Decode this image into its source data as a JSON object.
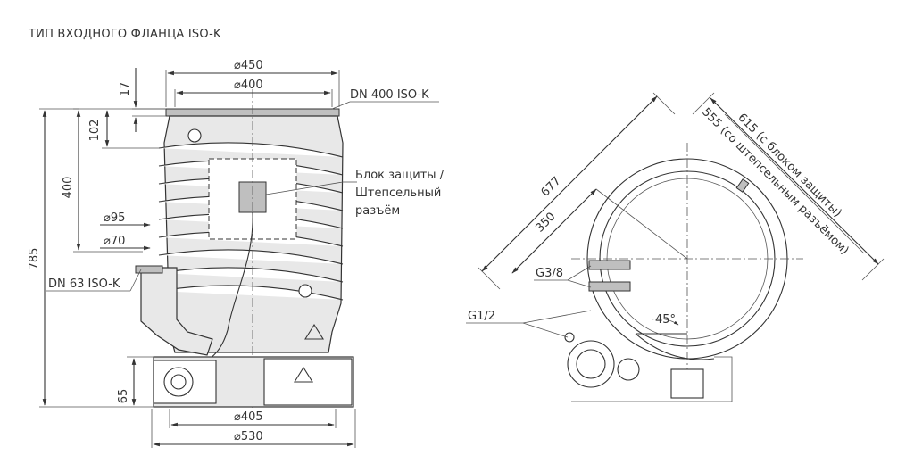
{
  "title": "ТИП ВХОДНОГО ФЛАНЦА ISO-K",
  "dimensions": {
    "d450": "⌀450",
    "d400": "⌀400",
    "dn400": "DN 400 ISO-K",
    "h17": "17",
    "h102": "102",
    "h400": "400",
    "h785": "785",
    "d95": "⌀95",
    "d70": "⌀70",
    "dn63": "DN 63 ISO-K",
    "h65": "65",
    "d405": "⌀405",
    "d530": "⌀530",
    "l677": "677",
    "l350": "350",
    "l615": "615 (с блоком защиты)",
    "l555": "555 (со штепсельным разъёмом)",
    "angle45": "45°"
  },
  "callouts": {
    "block_line1": "Блок защиты /",
    "block_line2": "Штепсельный",
    "block_line3": "разъём",
    "g38": "G3/8",
    "g12": "G1/2"
  },
  "colors": {
    "line": "#333333",
    "fill": "#e8e8e8"
  }
}
